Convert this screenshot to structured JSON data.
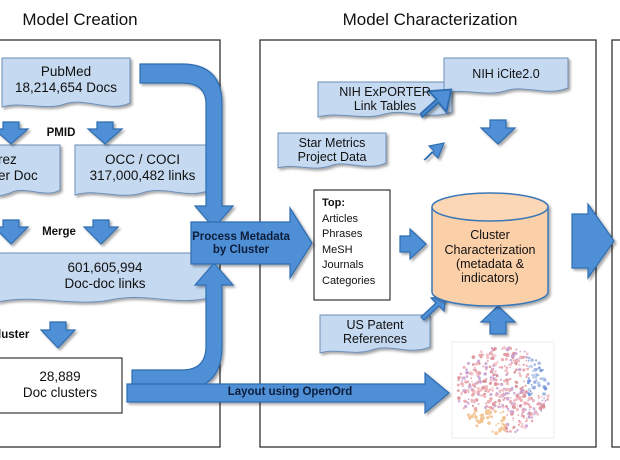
{
  "titles": {
    "model_creation": "Model Creation",
    "model_characterization": "Model Characterization"
  },
  "creation": {
    "pubmed": {
      "line1": "PubMed",
      "line2": "18,214,654 Docs"
    },
    "pmid_label": "PMID",
    "entrez": {
      "line1": "rez",
      "line2": "er Doc"
    },
    "occ": {
      "line1": "OCC / COCI",
      "line2": "317,000,482 links"
    },
    "merge_label": "Merge",
    "links": {
      "line1": "601,605,994",
      "line2": "Doc-doc links"
    },
    "cluster_label": "luster",
    "clusters": {
      "line1": "28,889",
      "line2": "Doc clusters"
    }
  },
  "process": {
    "line1": "Process Metadata",
    "line2": "by Cluster"
  },
  "layout_label": "Layout using OpenOrd",
  "characterization": {
    "exporter": {
      "line1": "NIH ExPORTER",
      "line2": "Link Tables"
    },
    "icite": "NIH iCite2.0",
    "star": {
      "line1": "Star Metrics",
      "line2": "Project Data"
    },
    "top": {
      "header": "Top:",
      "items": [
        "Articles",
        "Phrases",
        "MeSH",
        "Journals",
        "Categories"
      ]
    },
    "cylinder": {
      "line1": "Cluster",
      "line2": "Characterization",
      "line3": "(metadata &",
      "line4": "indicators)"
    },
    "patent": {
      "line1": "US Patent",
      "line2": "References"
    }
  },
  "colors": {
    "box_fill": "#c5d9f1",
    "arrow_fill": "#4f8fd6",
    "arrow_stroke": "#2f6db0",
    "cylinder_fill": "#fbcfa8",
    "cylinder_stroke": "#3a78b8",
    "panel_stroke": "#222222"
  }
}
